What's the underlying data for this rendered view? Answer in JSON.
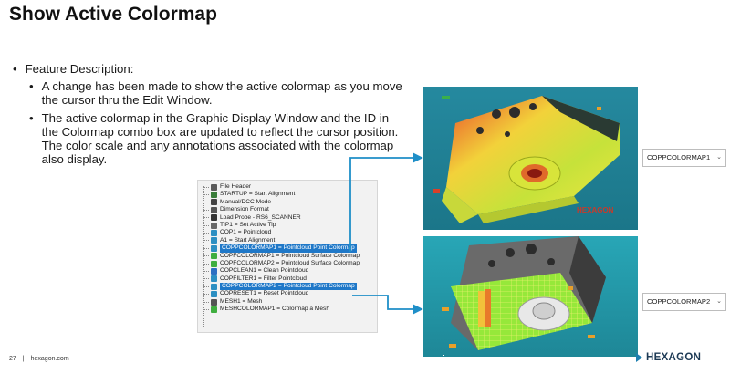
{
  "title": "Show Active Colormap",
  "bullets": {
    "feature": "Feature Description:",
    "item1": "A change has been made to show the active colormap as you move the cursor thru the Edit Window.",
    "item2": "The active colormap in the Graphic Display Window and the ID in the Colormap combo box are updated to reflect the cursor position. The color scale and any annotations associated with the colormap also display."
  },
  "tree": {
    "items": [
      {
        "label": "File Header",
        "icon": "file-icon",
        "color": "#5a5a5a"
      },
      {
        "label": "STARTUP = Start Alignment",
        "icon": "alignment-icon",
        "color": "#3a7d3a"
      },
      {
        "label": "Manual/DCC Mode",
        "icon": "mode-icon",
        "color": "#444444"
      },
      {
        "label": "Dimension Format",
        "icon": "format-icon",
        "color": "#555555"
      },
      {
        "label": "Load Probe - RS6_SCANNER",
        "icon": "probe-icon",
        "color": "#333333"
      },
      {
        "label": "TIP1 = Set Active Tip",
        "icon": "tip-icon",
        "color": "#666666"
      },
      {
        "label": "COP1 = Pointcloud",
        "icon": "pointcloud-icon",
        "color": "#2c8fc2"
      },
      {
        "label": "A1 = Start Alignment",
        "icon": "alignment-icon",
        "color": "#2c8fc2"
      },
      {
        "label": "COPPCOLORMAP1 = Pointcloud Point Colormap",
        "icon": "colormap-icon",
        "color": "#2c8fc2",
        "selected": true
      },
      {
        "label": "COPFCOLORMAP1 = Pointcloud Surface Colormap",
        "icon": "colormap-icon",
        "color": "#3fae3f"
      },
      {
        "label": "COPFCOLORMAP2 = Pointcloud Surface Colormap",
        "icon": "colormap-icon",
        "color": "#3fae3f"
      },
      {
        "label": "COPCLEAN1 = Clean Pointcloud",
        "icon": "clean-icon",
        "color": "#2c6fc2"
      },
      {
        "label": "COPFILTER1 = Filter Pointcloud",
        "icon": "filter-icon",
        "color": "#2c8fc2"
      },
      {
        "label": "COPPCOLORMAP2 = Pointcloud Point Colormap",
        "icon": "colormap-icon",
        "color": "#2c8fc2",
        "selected": true
      },
      {
        "label": "COPRESET1 = Reset Pointcloud",
        "icon": "reset-icon",
        "color": "#2c8fc2"
      },
      {
        "label": "MESH1 = Mesh",
        "icon": "mesh-icon",
        "color": "#555555"
      },
      {
        "label": "MESHCOLORMAP1 = Colormap a Mesh",
        "icon": "mesh-colormap-icon",
        "color": "#3fae3f"
      }
    ]
  },
  "combo1": {
    "value": "COPPCOLORMAP1"
  },
  "combo2": {
    "value": "COPPCOLORMAP2"
  },
  "view1": {
    "watermark": "HEXAGON"
  },
  "logo": {
    "text": "HEXAGON"
  },
  "footer": {
    "page": "27",
    "separator": "|",
    "site": "hexagon.com"
  },
  "colors": {
    "accent": "#1f78c8",
    "connector": "#1f8fc8",
    "viewport": "#25899f"
  }
}
